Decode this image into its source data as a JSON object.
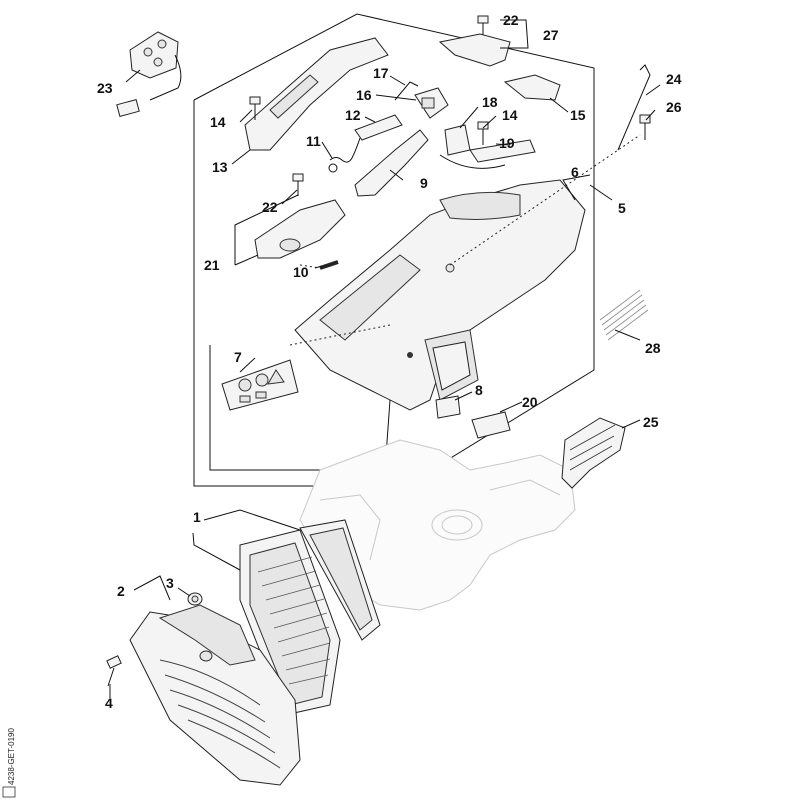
{
  "callouts": {
    "c1": "1",
    "c2": "2",
    "c3": "3",
    "c4": "4",
    "c5": "5",
    "c6": "6",
    "c7": "7",
    "c8": "8",
    "c9": "9",
    "c10": "10",
    "c11": "11",
    "c12": "12",
    "c13": "13",
    "c14a": "14",
    "c14b": "14",
    "c15": "15",
    "c16": "16",
    "c17": "17",
    "c18": "18",
    "c19": "19",
    "c20": "20",
    "c21": "21",
    "c22a": "22",
    "c22b": "22",
    "c23": "23",
    "c24": "24",
    "c25": "25",
    "c26": "26",
    "c27": "27",
    "c28": "28"
  },
  "reference_code": "4238-GET-0190"
}
